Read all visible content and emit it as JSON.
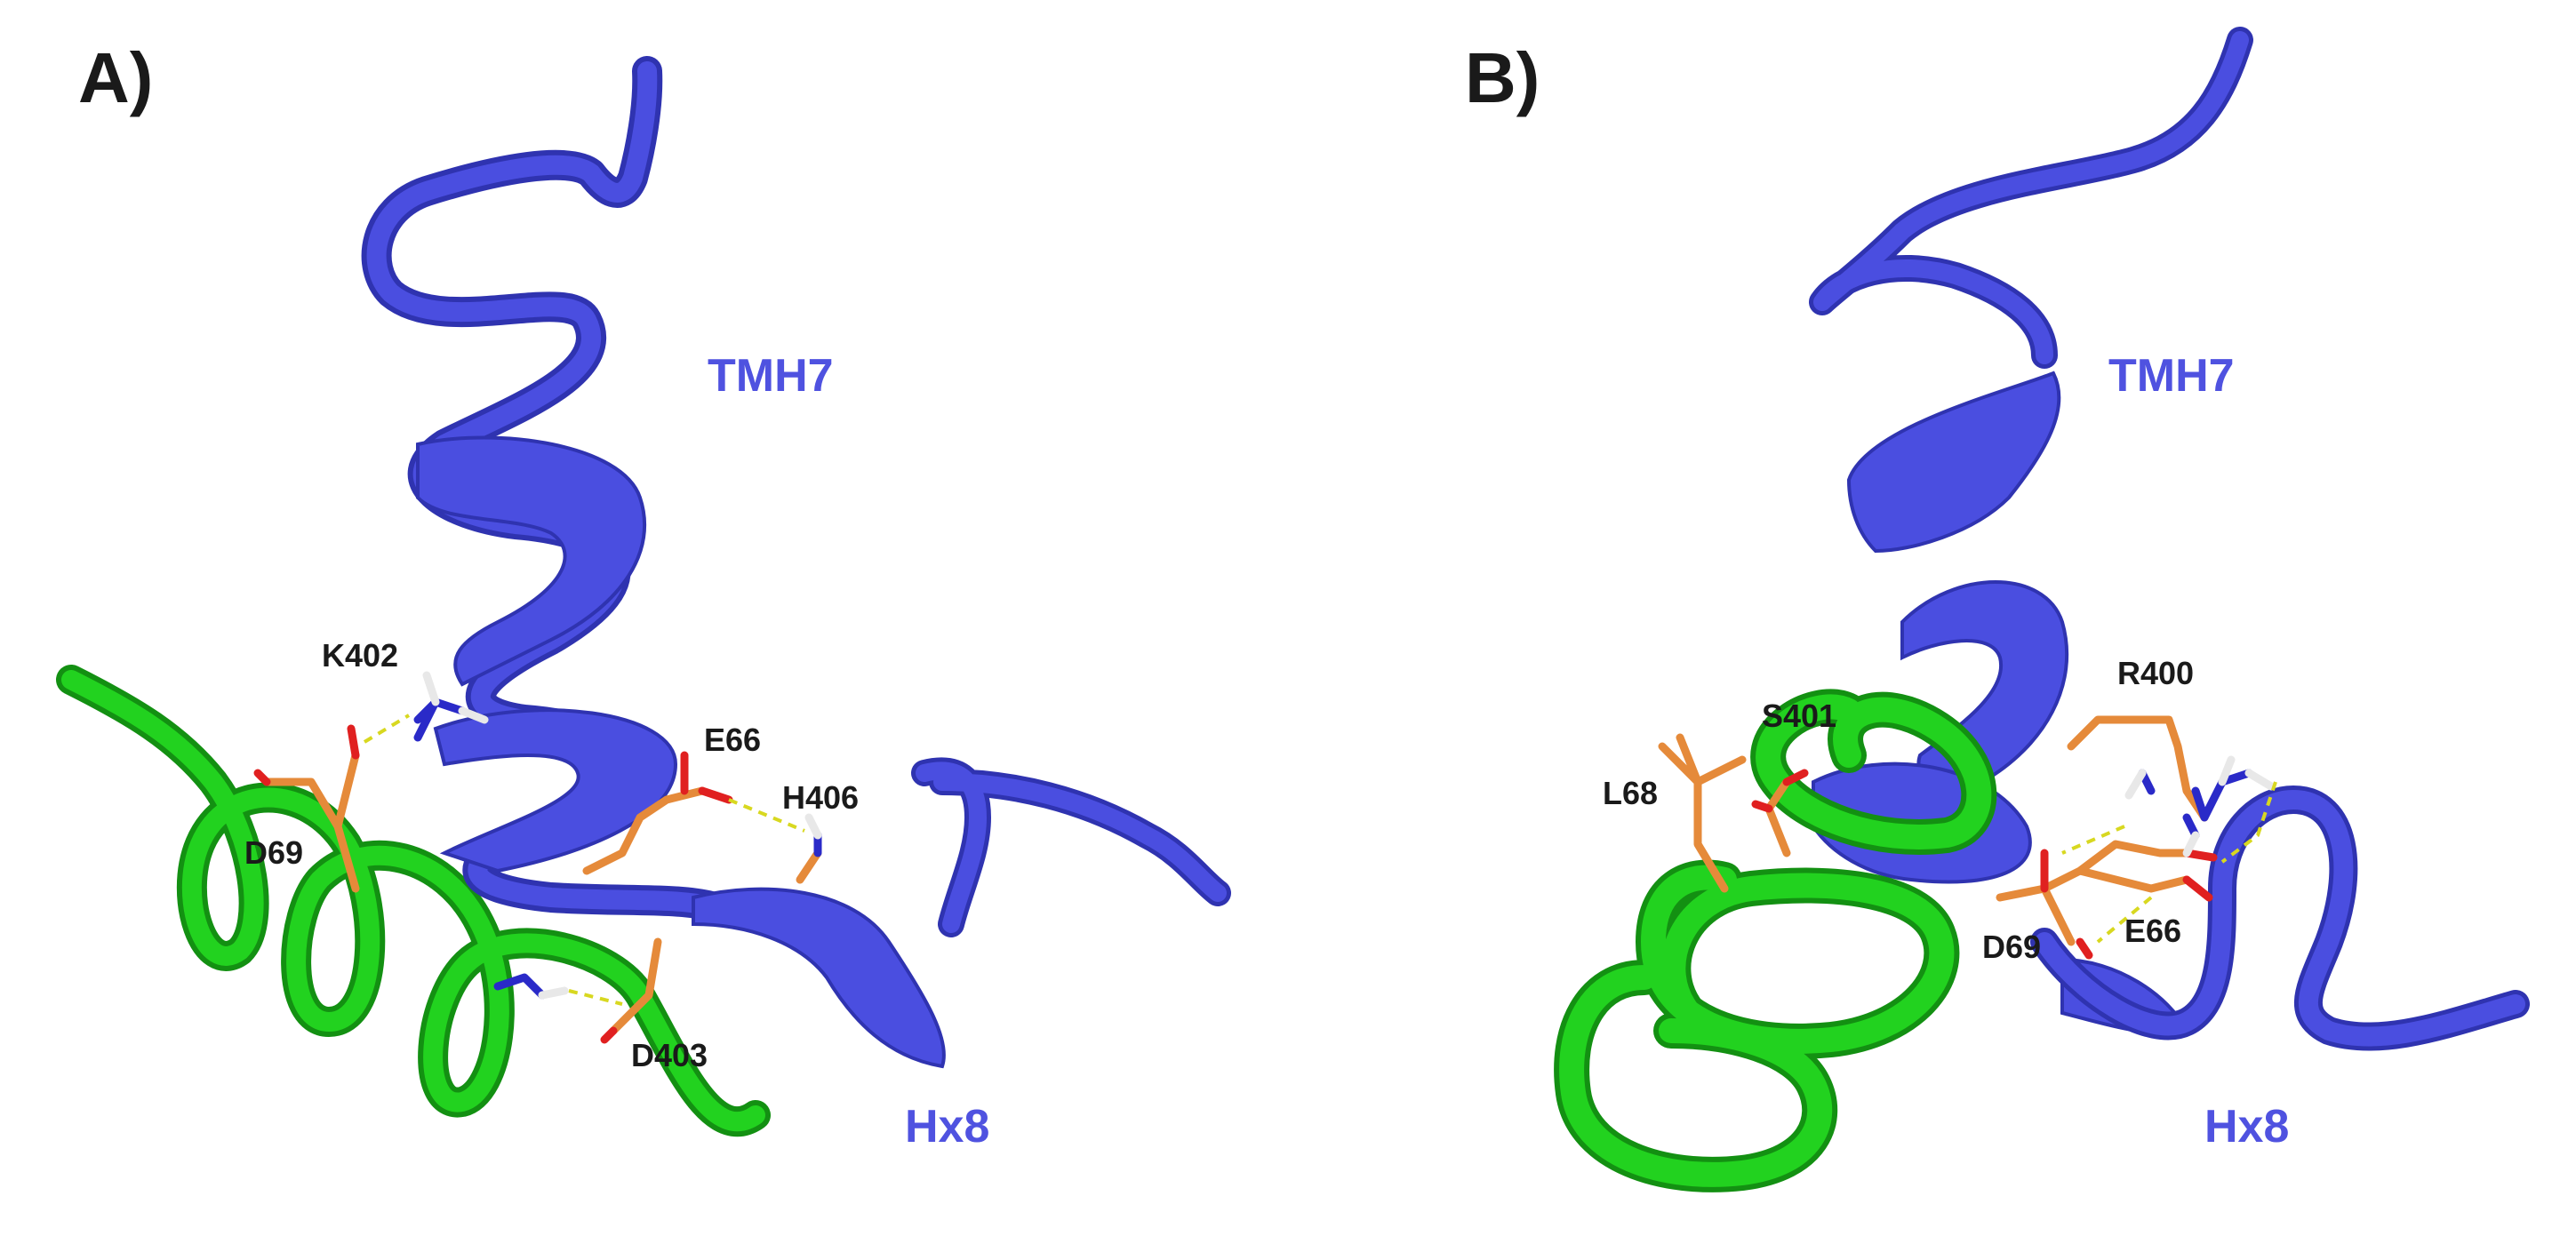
{
  "panels": [
    {
      "label": "A)",
      "helix_labels": {
        "upper": "TMH7",
        "lower": "Hx8"
      },
      "residues": [
        "K402",
        "E66",
        "H406",
        "D69",
        "D403"
      ]
    },
    {
      "label": "B)",
      "helix_labels": {
        "upper": "TMH7",
        "lower": "Hx8"
      },
      "residues": [
        "R400",
        "S401",
        "L68",
        "D69",
        "E66"
      ]
    }
  ],
  "colors": {
    "receptor_ribbon": "#4a4ee0",
    "receptor_dark": "#2f33b0",
    "peptide_ribbon": "#22d21f",
    "peptide_dark": "#139012",
    "carbon": "#e58a3a",
    "oxygen": "#e02020",
    "nitrogen": "#2a2ac8",
    "hydrogen": "#e8e8e8",
    "hbond": "#d8d820",
    "label_blue": "#4f52e0"
  }
}
